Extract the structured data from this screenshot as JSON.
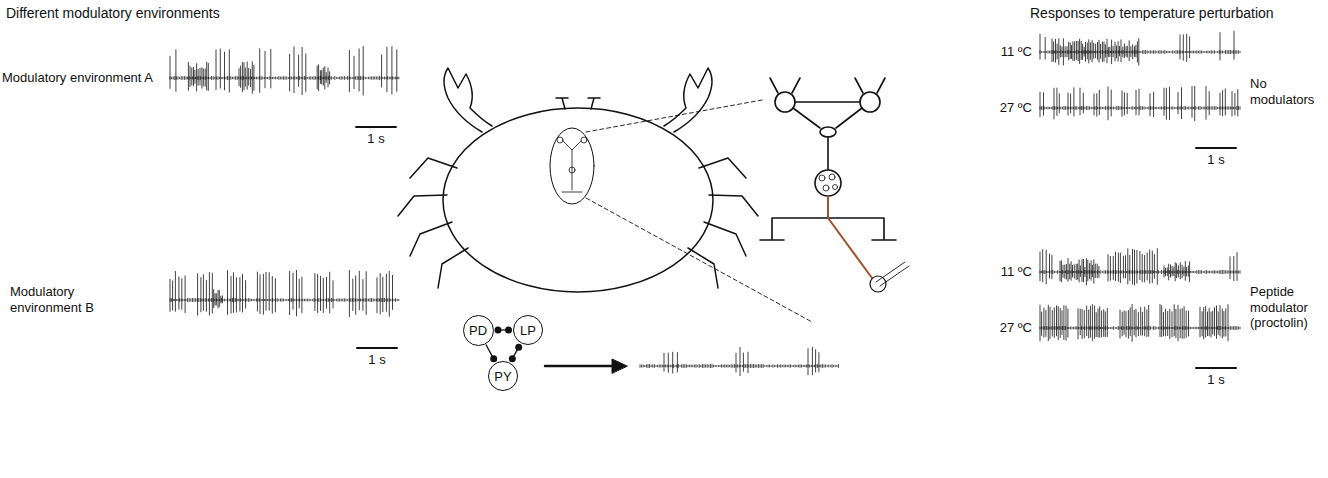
{
  "diagram": {
    "nodes": [
      {
        "text": [
          "PD"
        ]
      },
      {
        "text": [
          "LP"
        ]
      },
      {
        "text": [
          "PY"
        ]
      }
    ],
    "edges": [
      {
        "from": 0,
        "to": 1,
        "arrow": "both"
      },
      {
        "from": 0,
        "to": 2,
        "arrow": "to"
      },
      {
        "from": 1,
        "to": 2,
        "arrow": "both"
      }
    ],
    "labels": [
      "Different modulatory environments",
      "Modulatory environment A",
      "1 s",
      "Modulatory environment B",
      "1 s",
      "Responses to temperature perturbation",
      "11 ºC",
      "27 ºC",
      "No modulators",
      "1 s",
      "11 ºC",
      "27 ºC",
      "Peptide modulator (proctolin)",
      "1 s"
    ]
  }
}
